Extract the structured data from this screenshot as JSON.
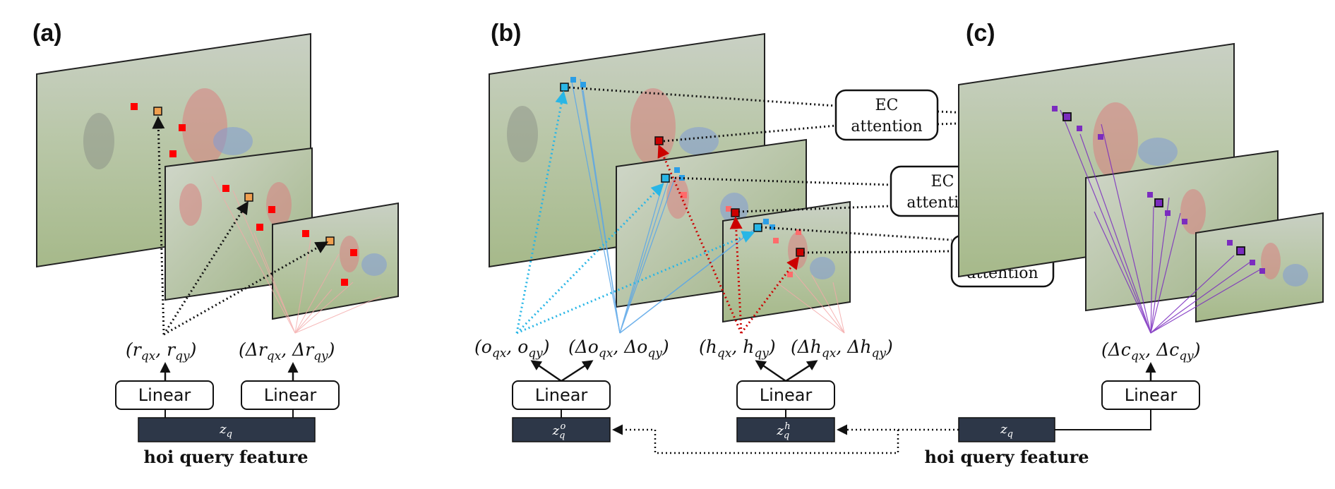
{
  "panels": {
    "a": {
      "label": "(a)",
      "ref_label": "(r_{qx}, r_{qy})",
      "offset_label": "(Δr_{qx}, Δr_{qy})",
      "linear_left": "Linear",
      "linear_right": "Linear",
      "feature": "z_q",
      "caption": "hoi query feature"
    },
    "b": {
      "label": "(b)",
      "obj_ref_label": "(o_{qx}, o_{qy})",
      "obj_offset_label": "(Δo_{qx}, Δo_{qy})",
      "hum_ref_label": "(h_{qx}, h_{qy})",
      "hum_offset_label": "(Δh_{qx}, Δh_{qy})",
      "linear_obj": "Linear",
      "linear_hum": "Linear",
      "feature_obj": "z_q^o",
      "feature_hum": "z_q^h"
    },
    "c": {
      "label": "(c)",
      "offset_label": "(Δc_{qx}, Δc_{qy})",
      "linear": "Linear",
      "feature": "z_q",
      "caption": "hoi query feature"
    }
  },
  "ec_boxes": [
    "EC attention",
    "EC attention",
    "EC attention"
  ],
  "colors": {
    "red": "#ff0000",
    "orange": "#f0a050",
    "blue": "#2b9ee6",
    "cyan": "#29b6e6",
    "darkred": "#cc0000",
    "purple": "#7b2cbf",
    "feature_box": "#2d3748",
    "photo_grass": "#aab88e",
    "photo_sky": "#c6cfc0"
  },
  "icons": [
    "sample-point-marker",
    "reference-point-marker",
    "arrow-head"
  ]
}
